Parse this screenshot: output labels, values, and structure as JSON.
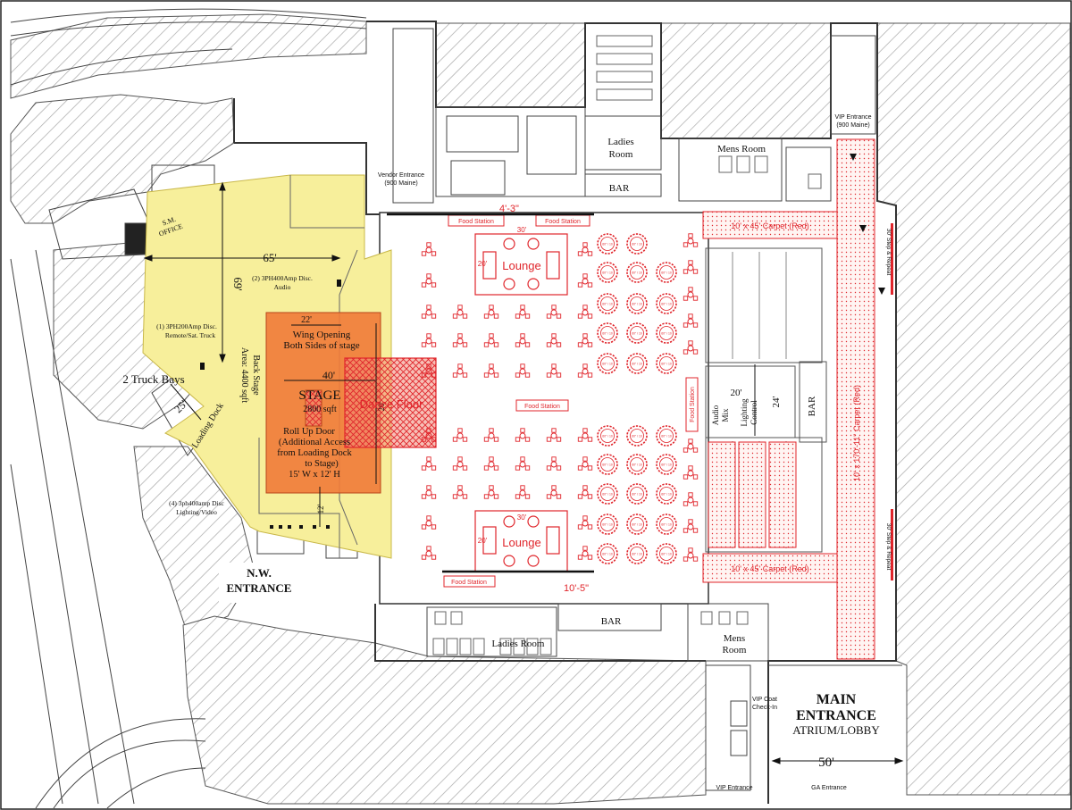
{
  "labels": {
    "vendor_entrance": "Vendor Entrance",
    "vendor_entrance_sub": "(900 Maine)",
    "vip_entrance_top": "VIP Entrance",
    "vip_entrance_top_sub": "(900 Maine)",
    "ladies_room_top_1": "Ladies",
    "ladies_room_top_2": "Room",
    "mens_room_top": "Mens Room",
    "bar_top": "BAR",
    "bar_bottom": "BAR",
    "bar_right": "BAR",
    "ladies_room_bottom": "Ladies Room",
    "mens_room_bottom_1": "Mens",
    "mens_room_bottom_2": "Room",
    "sm_office_1": "S.M.",
    "sm_office_2": "OFFICE",
    "dim_65": "65'",
    "dim_69": "69'",
    "dim_4_3": "4'-3\"",
    "dim_10_5": "10'-5\"",
    "dim_22": "22'",
    "dim_40": "40'",
    "dim_30_top": "30'",
    "dim_20_top": "20'",
    "dim_30_bottom": "30'",
    "dim_20_bottom": "20'",
    "dim_20_audio": "20'",
    "dim_24": "24'",
    "dim_25": "25'",
    "dim_12": "12'",
    "dim_50": "50'",
    "dim_20_stage": "20'",
    "power_audio_1": "(2) 3PH400Amp Disc.",
    "power_audio_2": "Audio",
    "power_remote_1": "(1) 3PH200Amp Disc.",
    "power_remote_2": "Remote/Sat. Truck",
    "power_lighting_1": "(4) 3ph400amp Disc",
    "power_lighting_2": "Lighting/Video",
    "truck_bays": "2 Truck Bays",
    "loading_dock": "Loading Dock",
    "backstage_1": "Back Stage",
    "backstage_2": "Area: 4400 sqft",
    "wing_1": "Wing Opening",
    "wing_2": "Both Sides of stage",
    "stage_title": "STAGE",
    "stage_sqft": "2800 sqft",
    "rollup_1": "Roll Up Door",
    "rollup_2": "(Additional Access",
    "rollup_3": "from Loading Dock",
    "rollup_4": "to Stage)",
    "rollup_5": "15' W x 12' H",
    "dance_floor": "Dance Floor",
    "lounge_top": "Lounge",
    "lounge_bottom": "Lounge",
    "food_station_1": "Food Station",
    "food_station_2": "Food Station",
    "food_station_center": "Food Station",
    "food_station_bottom": "Food Station",
    "food_station_vertical": "Food Station",
    "carpet_top": "10' x 45' Carpet (Red)",
    "carpet_bottom": "10' x 45' Carpet (Red)",
    "carpet_long": "10' x 170'-11\" Carpet (Red)",
    "step_repeat_top": "30' Step & Repeat",
    "step_repeat_bottom": "30' Step & Repeat",
    "audio_mix_1": "Audio",
    "audio_mix_2": "Mix",
    "lighting_control_1": "Lighting",
    "lighting_control_2": "Control",
    "nw_entrance_1": "N.W.",
    "nw_entrance_2": "ENTRANCE",
    "main_entrance_1": "MAIN",
    "main_entrance_2": "ENTRANCE",
    "main_entrance_3": "ATRIUM/LOBBY",
    "vip_coat_1": "VIP Coat",
    "vip_coat_2": "Check-In",
    "vip_entrance_bottom": "VIP Entrance",
    "ga_entrance": "GA Entrance",
    "table_label": "60\" / 10"
  },
  "colors": {
    "backstage_yellow": "#f7ef9b",
    "stage_orange": "#ef7a38",
    "plan_red": "#e0252b",
    "hatch_grey": "#b9b9b9",
    "line_dark": "#333333"
  },
  "furniture": {
    "cocktail_table_columns": 6,
    "cocktail_table_rows": 10,
    "round_table_columns": 3,
    "round_table_rows": 10
  }
}
